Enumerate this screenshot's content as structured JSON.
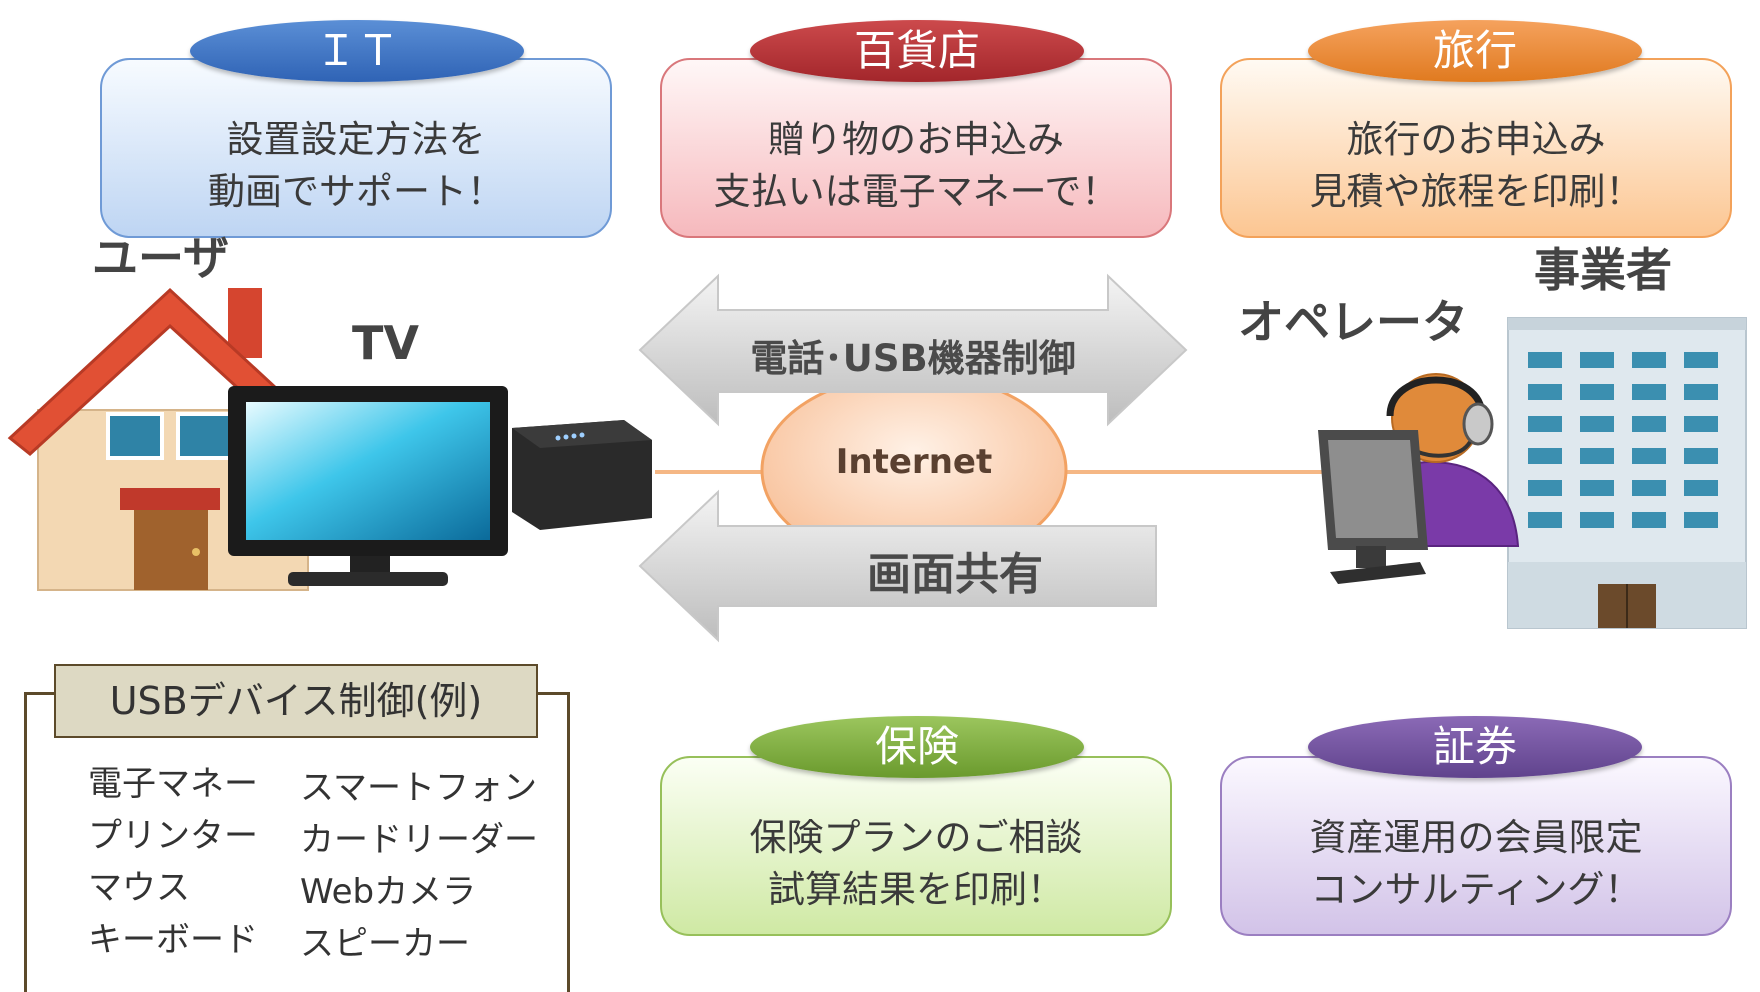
{
  "cards": [
    {
      "title": "ＩＴ",
      "body": "設置設定方法を\n動画でサポート！"
    },
    {
      "title": "百貨店",
      "body": "贈り物のお申込み\n支払いは電子マネーで！"
    },
    {
      "title": "旅行",
      "body": "旅行のお申込み\n見積や旅程を印刷！"
    },
    {
      "title": "保険",
      "body": "保険プランのご相談\n試算結果を印刷！"
    },
    {
      "title": "証券",
      "body": "資産運用の会員限定\nコンサルティング！"
    }
  ],
  "labels": {
    "user": "ユーザ",
    "tv": "TV",
    "business": "事業者",
    "operator": "オペレータ"
  },
  "center": {
    "phone_usb": "電話･USB機器制御",
    "internet": "Internet",
    "screen_share": "画面共有"
  },
  "usb": {
    "title": "USBデバイス制御(例)",
    "col1": [
      "電子マネー",
      "プリンター",
      "マウス",
      "キーボード"
    ],
    "col2": [
      "スマートフォン",
      "カードリーダー",
      "Webカメラ",
      "スピーカー"
    ]
  },
  "colors": {
    "it": "#2f63b5",
    "department_store": "#a3262b",
    "travel": "#e07a1f",
    "insurance": "#6a9a2d",
    "securities": "#60438d"
  }
}
